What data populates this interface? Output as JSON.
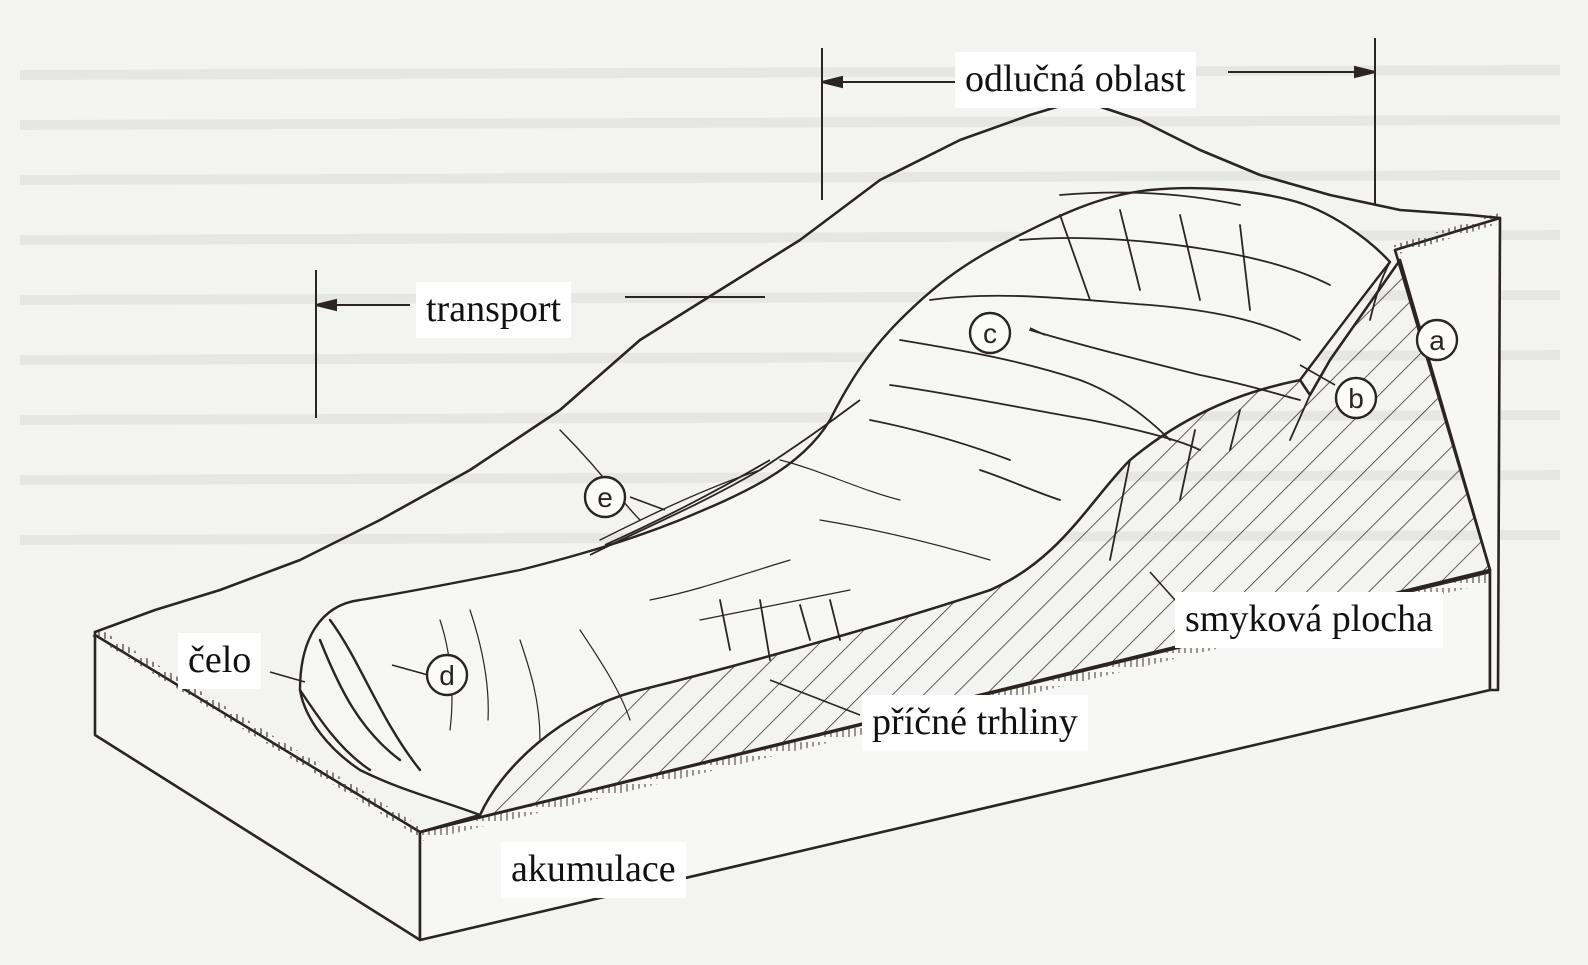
{
  "labels": {
    "odlucna_oblast": "odlučná oblast",
    "transport": "transport",
    "smykova_plocha": "smyková plocha",
    "celo": "čelo",
    "pricne_trhliny": "příčné trhliny",
    "akumulace": "akumulace"
  },
  "markers": {
    "a": "a",
    "b": "b",
    "c": "c",
    "d": "d",
    "e": "e"
  },
  "colors": {
    "paper": "#f3f3f1",
    "ink": "#2a2522",
    "label_bg": "#ffffff"
  }
}
